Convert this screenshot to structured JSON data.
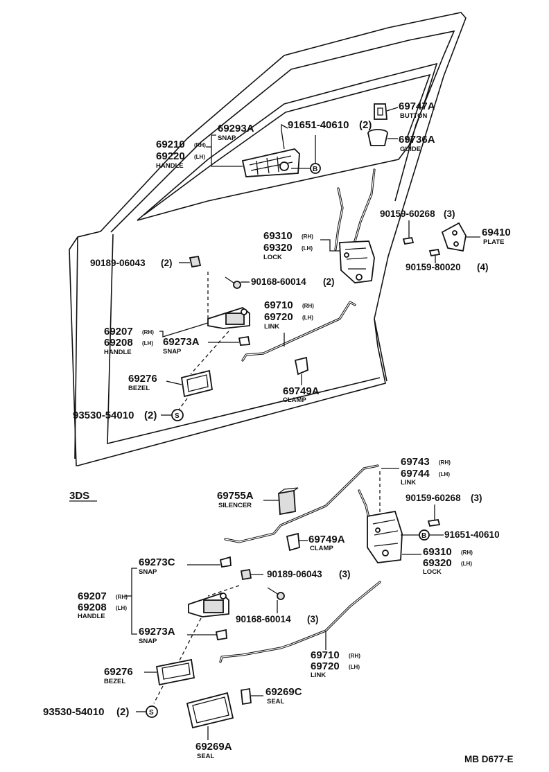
{
  "variant_label": "3DS",
  "ref_code": "MB D677-E",
  "upper": {
    "c69747": {
      "num": "69747A",
      "name": "BUTTON"
    },
    "c69736": {
      "num": "69736A",
      "name": "GUIDE"
    },
    "c69293": {
      "num": "69293A",
      "name": "SNAP"
    },
    "c91651": {
      "num": "91651-40610",
      "qty": "(2)"
    },
    "c69210": {
      "num1": "69210",
      "tag1": "(RH)",
      "num2": "69220",
      "tag2": "(LH)",
      "name": "HANDLE"
    },
    "c90159a": {
      "num": "90159-60268",
      "qty": "(3)"
    },
    "c69410": {
      "num": "69410",
      "name": "PLATE"
    },
    "c69310": {
      "num1": "69310",
      "tag1": "(RH)",
      "num2": "69320",
      "tag2": "(LH)",
      "name": "LOCK"
    },
    "c90159b": {
      "num": "90159-80020",
      "qty": "(4)"
    },
    "c90189": {
      "num": "90189-06043",
      "qty": "(2)"
    },
    "c90168": {
      "num": "90168-60014",
      "qty": "(2)"
    },
    "c69710": {
      "num1": "69710",
      "tag1": "(RH)",
      "num2": "69720",
      "tag2": "(LH)",
      "name": "LINK"
    },
    "c69207": {
      "num1": "69207",
      "tag1": "(RH)",
      "num2": "69208",
      "tag2": "(LH)",
      "name": "HANDLE"
    },
    "c69273": {
      "num": "69273A",
      "name": "SNAP"
    },
    "c69276": {
      "num": "69276",
      "name": "BEZEL"
    },
    "c69749": {
      "num": "69749A",
      "name": "CLAMP"
    },
    "c93530": {
      "num": "93530-54010",
      "qty": "(2)"
    }
  },
  "lower": {
    "c69743": {
      "num1": "69743",
      "tag1": "(RH)",
      "num2": "69744",
      "tag2": "(LH)",
      "name": "LINK"
    },
    "c69755": {
      "num": "69755A",
      "name": "SILENCER"
    },
    "c90159": {
      "num": "90159-60268",
      "qty": "(3)"
    },
    "c69749": {
      "num": "69749A",
      "name": "CLAMP"
    },
    "c91651": {
      "num": "91651-40610"
    },
    "c69310": {
      "num1": "69310",
      "tag1": "(RH)",
      "num2": "69320",
      "tag2": "(LH)",
      "name": "LOCK"
    },
    "c69273c": {
      "num": "69273C",
      "name": "SNAP"
    },
    "c90189": {
      "num": "90189-06043",
      "qty": "(3)"
    },
    "c69207": {
      "num1": "69207",
      "tag1": "(RH)",
      "num2": "69208",
      "tag2": "(LH)",
      "name": "HANDLE"
    },
    "c90168": {
      "num": "90168-60014",
      "qty": "(3)"
    },
    "c69273a": {
      "num": "69273A",
      "name": "SNAP"
    },
    "c69710": {
      "num1": "69710",
      "tag1": "(RH)",
      "num2": "69720",
      "tag2": "(LH)",
      "name": "LINK"
    },
    "c69276": {
      "num": "69276",
      "name": "BEZEL"
    },
    "c69269c": {
      "num": "69269C",
      "name": "SEAL"
    },
    "c93530": {
      "num": "93530-54010",
      "qty": "(2)"
    },
    "c69269a": {
      "num": "69269A",
      "name": "SEAL"
    }
  },
  "marks": {
    "b_mark": "B",
    "s_mark": "S"
  }
}
